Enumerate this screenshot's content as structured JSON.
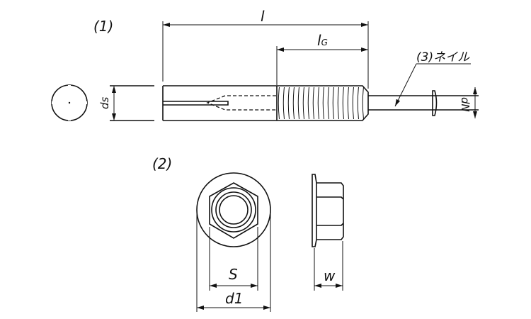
{
  "part1": {
    "label": "(1)",
    "dim_l": "l",
    "dim_lg": "l",
    "dim_lg_sub": "G",
    "dim_ds": "ds",
    "dim_dn": "dN",
    "nail_label": "(3)ネイル"
  },
  "part2": {
    "label": "(2)",
    "dim_s": "S",
    "dim_d1": "d1",
    "dim_w": "w"
  }
}
